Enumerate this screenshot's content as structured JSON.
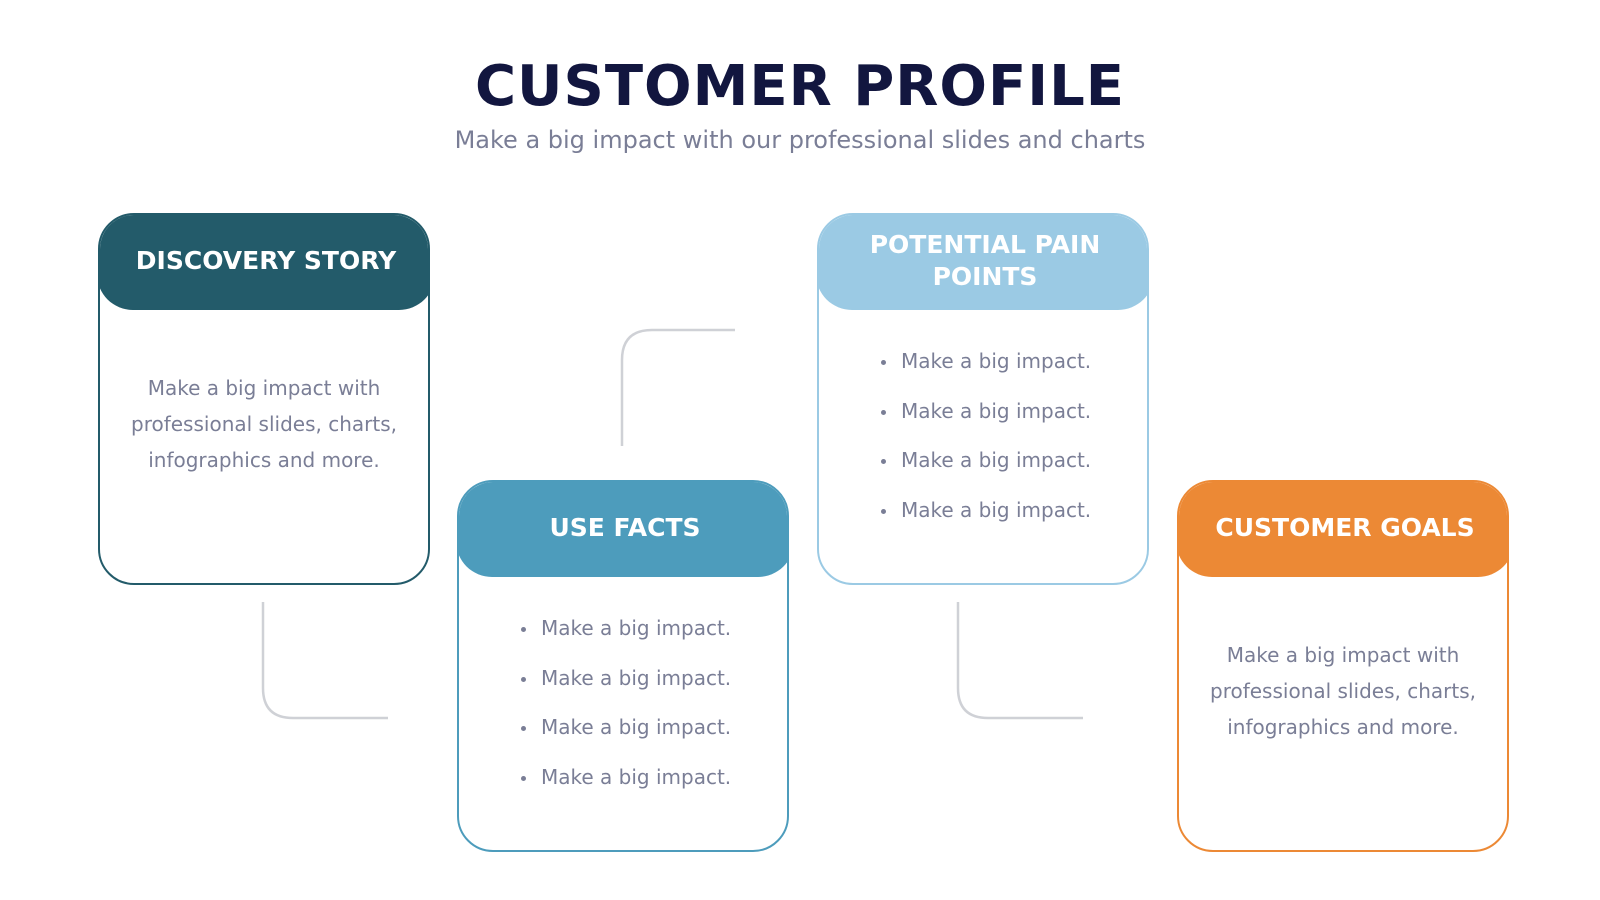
{
  "title": "CUSTOMER PROFILE",
  "subtitle": "Make a big impact with our professional slides and charts",
  "colors": {
    "title": "#12163f",
    "text": "#7a7e96",
    "connector": "#cfd1d6",
    "discovery": "#235b6a",
    "use_facts": "#4d9cbc",
    "pain_points": "#9bcae4",
    "goals": "#ec8935"
  },
  "cards": {
    "discovery_story": {
      "heading": "DISCOVERY STORY",
      "text": "Make a big impact with professional slides, charts, infographics and more."
    },
    "use_facts": {
      "heading": "USE FACTS",
      "items": [
        "Make a big impact.",
        "Make a big impact.",
        "Make a big impact.",
        "Make a big impact."
      ]
    },
    "potential_pain_points": {
      "heading": "POTENTIAL PAIN POINTS",
      "items": [
        "Make a big impact.",
        "Make a big impact.",
        "Make a big impact.",
        "Make a big impact."
      ]
    },
    "customer_goals": {
      "heading": "CUSTOMER GOALS",
      "text": "Make a big impact with professional slides, charts, infographics and more."
    }
  }
}
